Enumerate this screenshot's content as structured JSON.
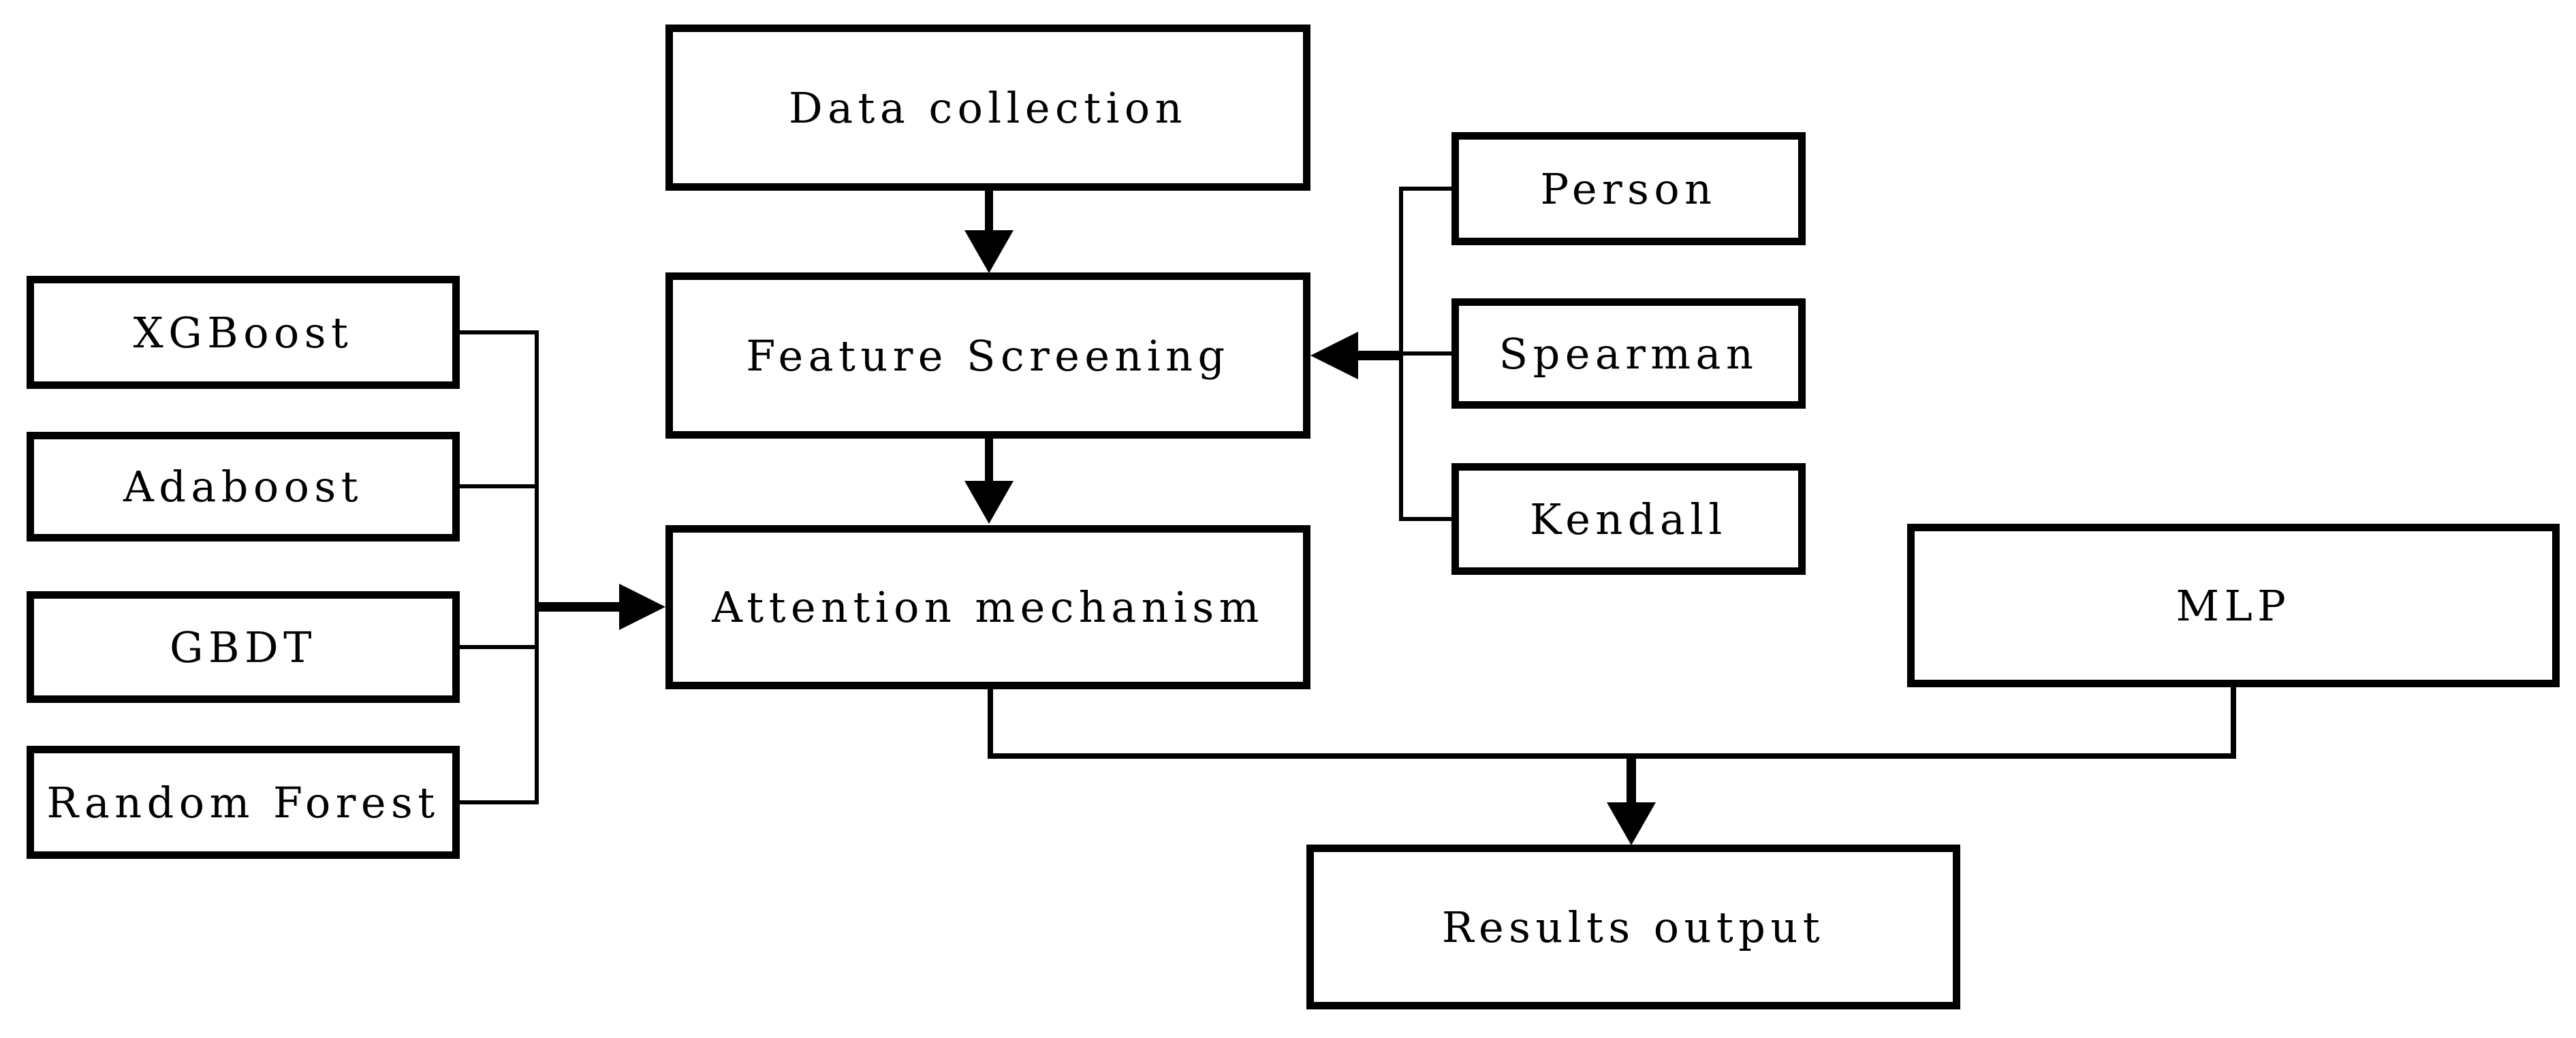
{
  "diagram": {
    "type": "flowchart",
    "nodes": {
      "data_collection": {
        "label": "Data collection"
      },
      "feature_screening": {
        "label": "Feature Screening"
      },
      "attention_mechanism": {
        "label": "Attention mechanism"
      },
      "xgboost": {
        "label": "XGBoost"
      },
      "adaboost": {
        "label": "Adaboost"
      },
      "gbdt": {
        "label": "GBDT"
      },
      "random_forest": {
        "label": "Random Forest"
      },
      "person": {
        "label": "Person"
      },
      "spearman": {
        "label": "Spearman"
      },
      "kendall": {
        "label": "Kendall"
      },
      "mlp": {
        "label": "MLP"
      },
      "results_output": {
        "label": "Results output"
      }
    },
    "edges": [
      {
        "from": "data_collection",
        "to": "feature_screening",
        "style": "arrow-down"
      },
      {
        "from": "person",
        "to": "feature_screening",
        "style": "grouped-arrow-left"
      },
      {
        "from": "spearman",
        "to": "feature_screening",
        "style": "grouped-arrow-left"
      },
      {
        "from": "kendall",
        "to": "feature_screening",
        "style": "grouped-arrow-left"
      },
      {
        "from": "feature_screening",
        "to": "attention_mechanism",
        "style": "arrow-down"
      },
      {
        "from": "xgboost",
        "to": "attention_mechanism",
        "style": "grouped-arrow-right"
      },
      {
        "from": "adaboost",
        "to": "attention_mechanism",
        "style": "grouped-arrow-right"
      },
      {
        "from": "gbdt",
        "to": "attention_mechanism",
        "style": "grouped-arrow-right"
      },
      {
        "from": "random_forest",
        "to": "attention_mechanism",
        "style": "grouped-arrow-right"
      },
      {
        "from": "attention_mechanism",
        "to": "results_output",
        "style": "elbow-arrow-down"
      },
      {
        "from": "mlp",
        "to": "results_output",
        "style": "elbow-arrow-down"
      }
    ],
    "colors": {
      "line": "#000000",
      "box_border": "#000000",
      "box_fill": "#ffffff",
      "text": "#000000",
      "background": "#ffffff"
    }
  }
}
